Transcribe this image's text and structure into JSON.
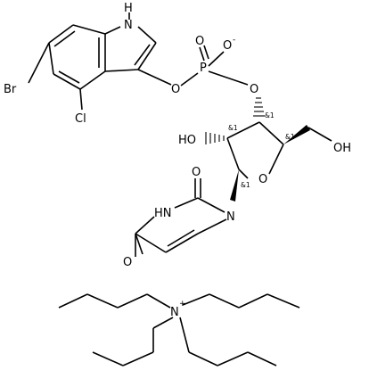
{
  "atoms": {
    "nh_indole": "H",
    "n_indole": "N",
    "br": "Br",
    "cl": "Cl",
    "o_ester_indole": "O",
    "p": "P",
    "o_double": "O",
    "o_minus": "O",
    "o_minus_charge": "-",
    "o_ester_sugar": "O",
    "ho_2": "HO",
    "o_ring": "O",
    "oh_5": "OH",
    "n1": "N",
    "o_c2": "O",
    "hn3": "HN",
    "o_c4": "O",
    "n_plus": "N",
    "n_plus_charge": "+"
  },
  "stereo_labels": {
    "c3": "&1",
    "c2": "&1",
    "c4": "&1",
    "c1": "&1"
  }
}
